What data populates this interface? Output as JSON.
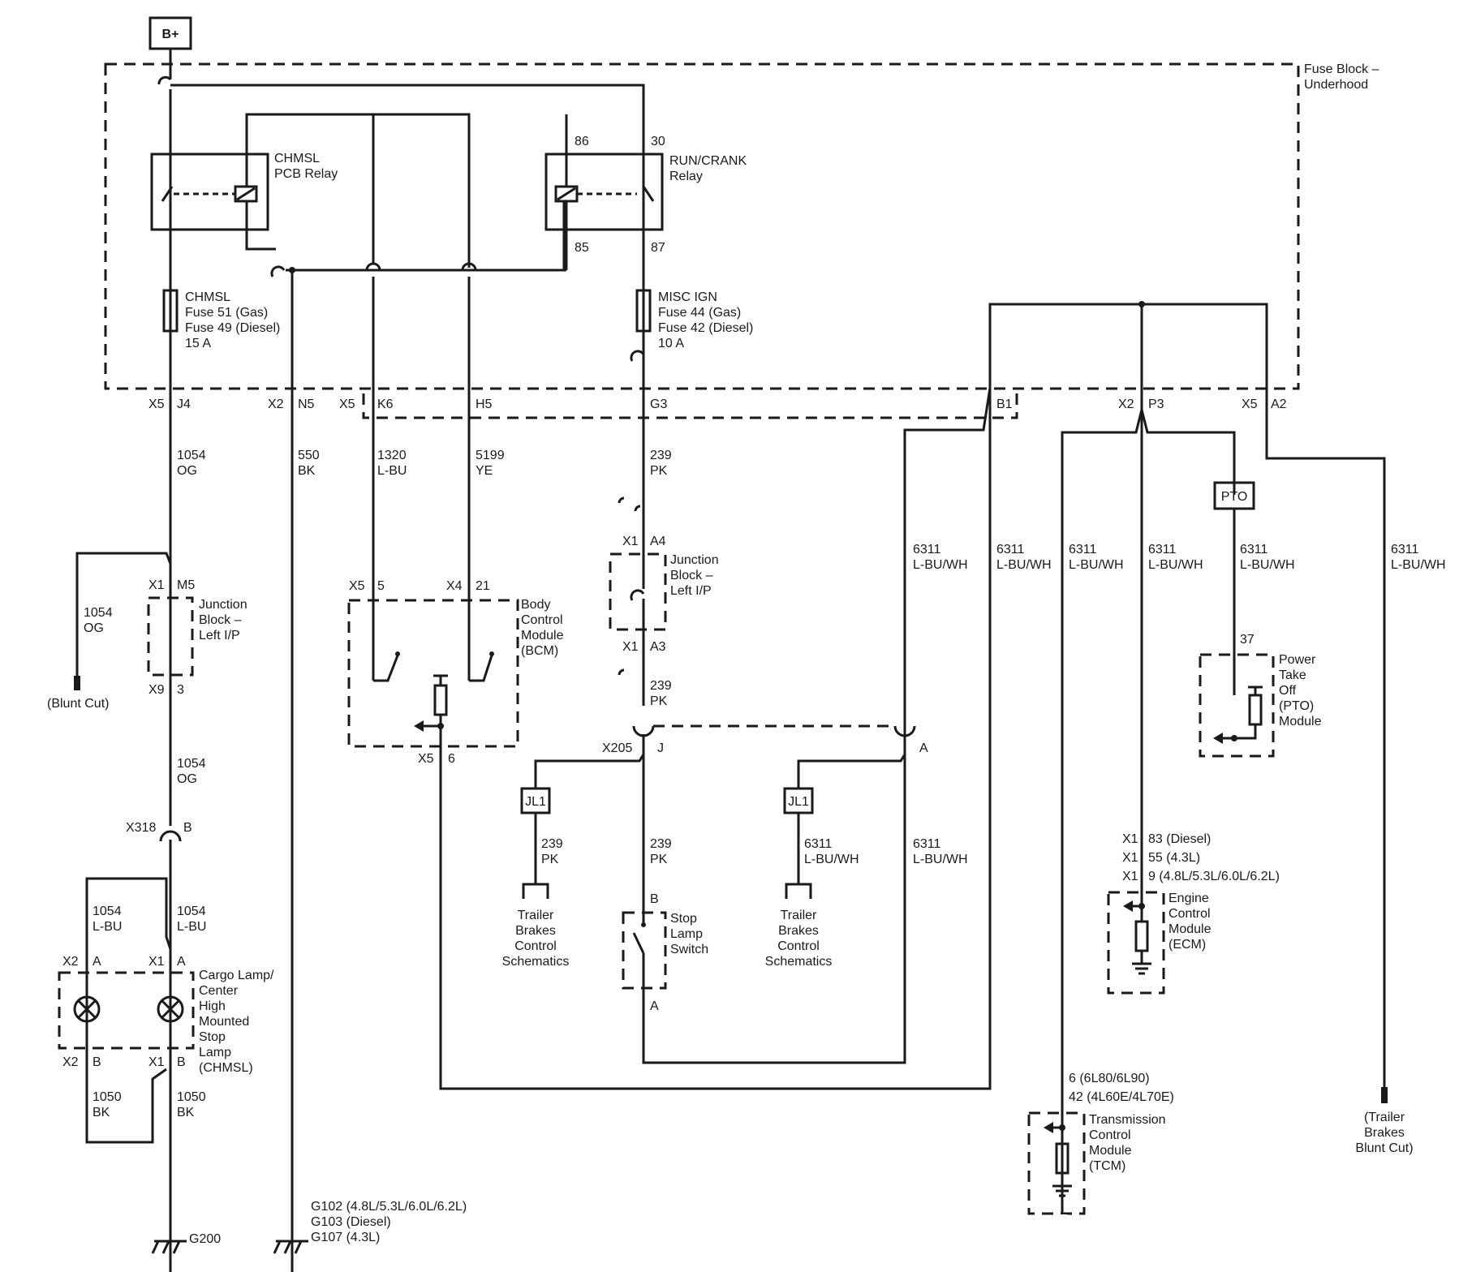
{
  "power_source": "B+",
  "fuse_block": {
    "line1": "Fuse Block –",
    "line2": "Underhood"
  },
  "chmsl_relay": {
    "line1": "CHMSL",
    "line2": "PCB Relay"
  },
  "run_crank_relay": {
    "line1": "RUN/CRANK",
    "line2": "Relay",
    "pin86": "86",
    "pin30": "30",
    "pin85": "85",
    "pin87": "87"
  },
  "chmsl_fuse": {
    "l1": "CHMSL",
    "l2": "Fuse 51 (Gas)",
    "l3": "Fuse 49 (Diesel)",
    "l4": "15 A"
  },
  "misc_fuse": {
    "l1": "MISC IGN",
    "l2": "Fuse 44 (Gas)",
    "l3": "Fuse 42 (Diesel)",
    "l4": "10 A"
  },
  "pins": {
    "x5_j4": [
      "X5",
      "J4"
    ],
    "x2_n5": [
      "X2",
      "N5"
    ],
    "x5_k6": [
      "X5",
      "K6"
    ],
    "h5": "H5",
    "g3": "G3",
    "b1": "B1",
    "x2_p3": [
      "X2",
      "P3"
    ],
    "x5_a2": [
      "X5",
      "A2"
    ]
  },
  "wires": {
    "w1054_og": [
      "1054",
      "OG"
    ],
    "w550_bk": [
      "550",
      "BK"
    ],
    "w1320_lbu": [
      "1320",
      "L-BU"
    ],
    "w5199_ye": [
      "5199",
      "YE"
    ],
    "w239_pk": [
      "239",
      "PK"
    ],
    "w6311": [
      "6311",
      "L-BU/WH"
    ],
    "w1054_lbu": [
      "1054",
      "L-BU"
    ],
    "w1050_bk": [
      "1050",
      "BK"
    ]
  },
  "junction_block_left": {
    "x1": "X1",
    "m5": "M5",
    "x9": "X9",
    "p3": "3",
    "l1": "Junction",
    "l2": "Block –",
    "l3": "Left I/P"
  },
  "blunt_cut": "(Blunt Cut)",
  "x318": {
    "conn": "X318",
    "pin": "B"
  },
  "cargo_lamp": {
    "x2a": [
      "X2",
      "A"
    ],
    "x1a": [
      "X1",
      "A"
    ],
    "x2b": [
      "X2",
      "B"
    ],
    "x1b": [
      "X1",
      "B"
    ],
    "lines": [
      "Cargo Lamp/",
      "Center",
      "High",
      "Mounted",
      "Stop",
      "Lamp",
      "(CHMSL)"
    ]
  },
  "g200": "G200",
  "ground_g102": [
    "G102 (4.8L/5.3L/6.0L/6.2L)",
    "G103 (Diesel)",
    "G107 (4.3L)"
  ],
  "bcm": {
    "x5_5": [
      "X5",
      "5"
    ],
    "x4_21": [
      "X4",
      "21"
    ],
    "x5_6": [
      "X5",
      "6"
    ],
    "lines": [
      "Body",
      "Control",
      "Module",
      "(BCM)"
    ]
  },
  "junction_block_mid": {
    "x1a4": [
      "X1",
      "A4"
    ],
    "x1a3": [
      "X1",
      "A3"
    ],
    "lines": [
      "Junction",
      "Block –",
      "Left I/P"
    ]
  },
  "x205": {
    "conn": "X205",
    "pin_j": "J",
    "pin_a": "A"
  },
  "jl1": "JL1",
  "trailer_brakes": [
    "Trailer",
    "Brakes",
    "Control",
    "Schematics"
  ],
  "stop_lamp_switch": {
    "pin_b": "B",
    "pin_a": "A",
    "lines": [
      "Stop",
      "Lamp",
      "Switch"
    ]
  },
  "pto": {
    "tag": "PTO",
    "pin": "37",
    "lines": [
      "Power",
      "Take",
      "Off",
      "(PTO)",
      "Module"
    ]
  },
  "ecm": {
    "pins": [
      [
        "X1",
        "83 (Diesel)"
      ],
      [
        "X1",
        "55 (4.3L)"
      ],
      [
        "X1",
        "9 (4.8L/5.3L/6.0L/6.2L)"
      ]
    ],
    "lines": [
      "Engine",
      "Control",
      "Module",
      "(ECM)"
    ]
  },
  "tcm": {
    "pins": [
      "6 (6L80/6L90)",
      "42 (4L60E/4L70E)"
    ],
    "lines": [
      "Transmission",
      "Control",
      "Module",
      "(TCM)"
    ]
  },
  "trailer_blunt": [
    "(Trailer",
    "Brakes",
    "Blunt Cut)"
  ]
}
